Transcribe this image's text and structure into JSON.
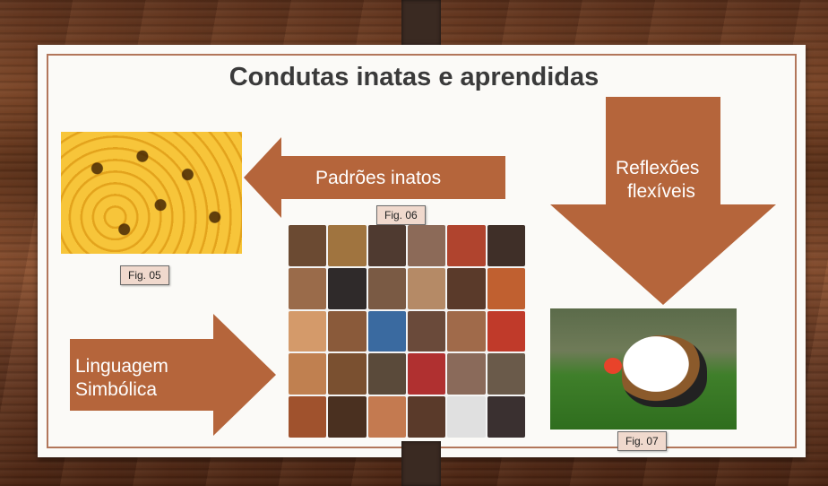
{
  "slide": {
    "title": "Condutas inatas e aprendidas",
    "arrows": {
      "left": {
        "label": "Padrões inatos",
        "color": "#b5653b"
      },
      "down": {
        "line1": "Reflexões",
        "line2": "flexíveis",
        "color": "#b5653b"
      },
      "right": {
        "line1": "Linguagem",
        "line2": "Simbólica",
        "color": "#b5653b"
      }
    },
    "figures": {
      "fig05": {
        "label": "Fig. 05",
        "icon": "bees-honeycomb-photo"
      },
      "fig06": {
        "label": "Fig. 06",
        "icon": "people-mosaic-photo"
      },
      "fig07": {
        "label": "Fig. 07",
        "icon": "beagle-puppy-photo"
      }
    }
  },
  "colors": {
    "slide_background": "#fbfaf7",
    "border": "#b2765a",
    "title_text": "#3a3a3a",
    "fig_tag_background": "#f0d9cd",
    "wood": "#6e3d22"
  }
}
